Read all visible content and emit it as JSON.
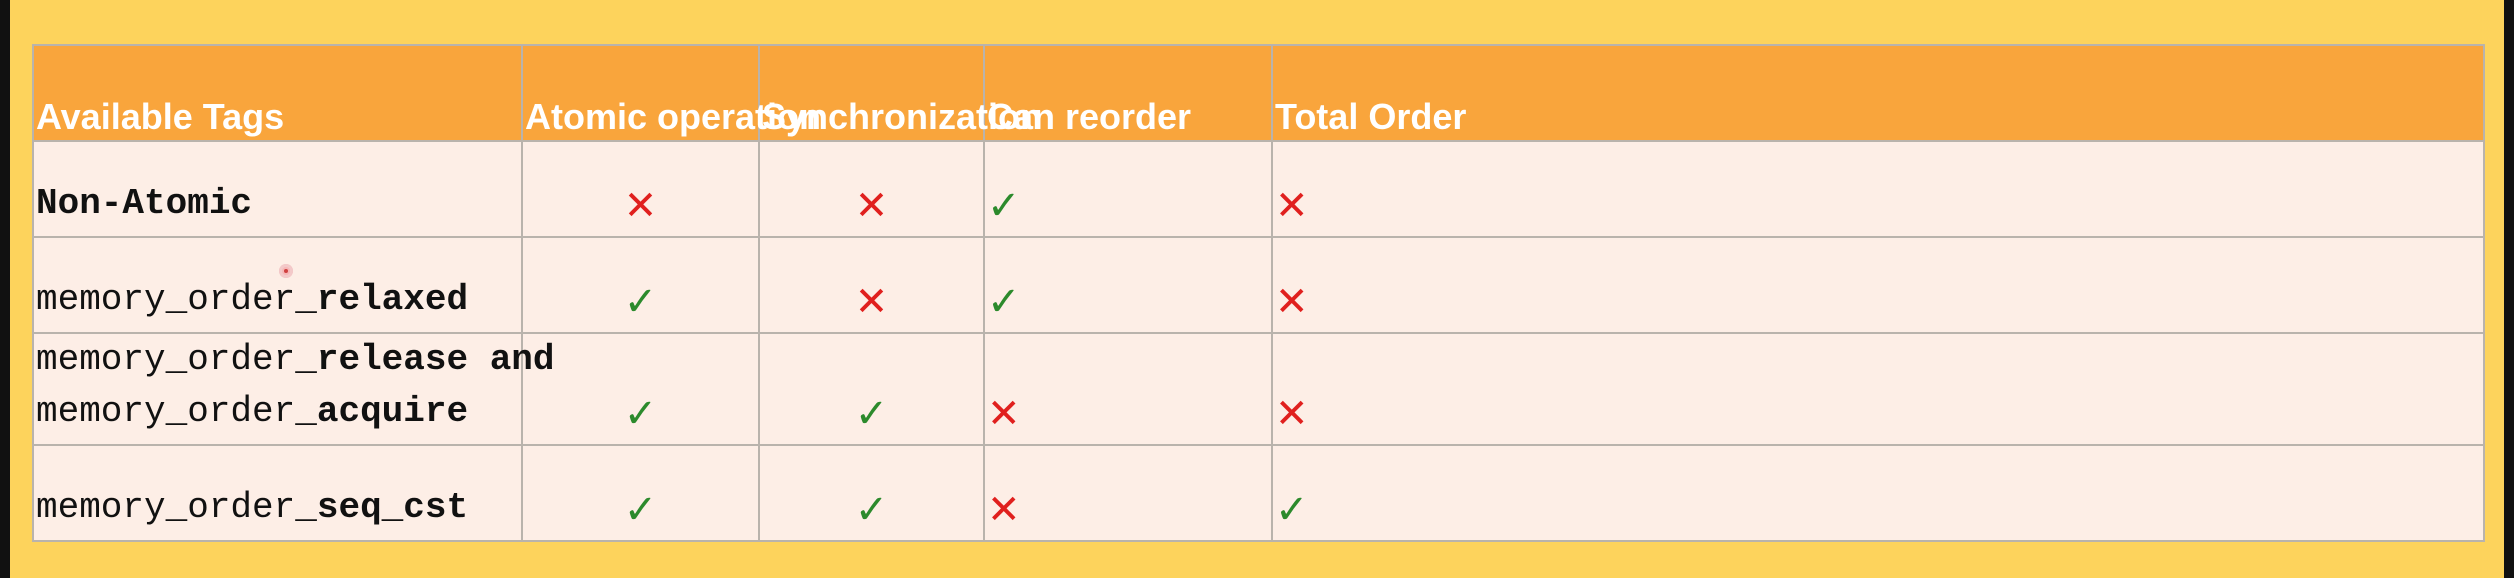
{
  "table": {
    "headers": [
      "Available Tags",
      "Atomic operation",
      "Synchronization",
      "Can reorder",
      "Total Order"
    ],
    "rows": [
      {
        "tag_lines": [
          [
            {
              "text": "Non-Atomic",
              "bold": true
            }
          ]
        ],
        "atomic_operation": "✕",
        "synchronization": "✕",
        "can_reorder": "✓",
        "total_order": "✕"
      },
      {
        "tag_lines": [
          [
            {
              "text": "memory_order_",
              "bold": false
            },
            {
              "text": "relaxed",
              "bold": true
            }
          ]
        ],
        "atomic_operation": "✓",
        "synchronization": "✕",
        "can_reorder": "✓",
        "total_order": "✕"
      },
      {
        "tag_lines": [
          [
            {
              "text": "memory_order_",
              "bold": false
            },
            {
              "text": "release and",
              "bold": true
            }
          ],
          [
            {
              "text": "memory_order_",
              "bold": false
            },
            {
              "text": "acquire",
              "bold": true
            }
          ]
        ],
        "atomic_operation": "✓",
        "synchronization": "✓",
        "can_reorder": "✕",
        "total_order": "✕"
      },
      {
        "tag_lines": [
          [
            {
              "text": "memory_order_",
              "bold": false
            },
            {
              "text": "seq_cst",
              "bold": true
            }
          ]
        ],
        "atomic_operation": "✓",
        "synchronization": "✓",
        "can_reorder": "✕",
        "total_order": "✓"
      }
    ]
  },
  "colors": {
    "background": "#fdd35c",
    "header_fill": "#f9a53c",
    "row_fill": "#fdeee6",
    "check": "#2c8a2c",
    "cross": "#e0201e"
  },
  "icons": {
    "yes": "check-icon",
    "no": "cross-icon"
  }
}
